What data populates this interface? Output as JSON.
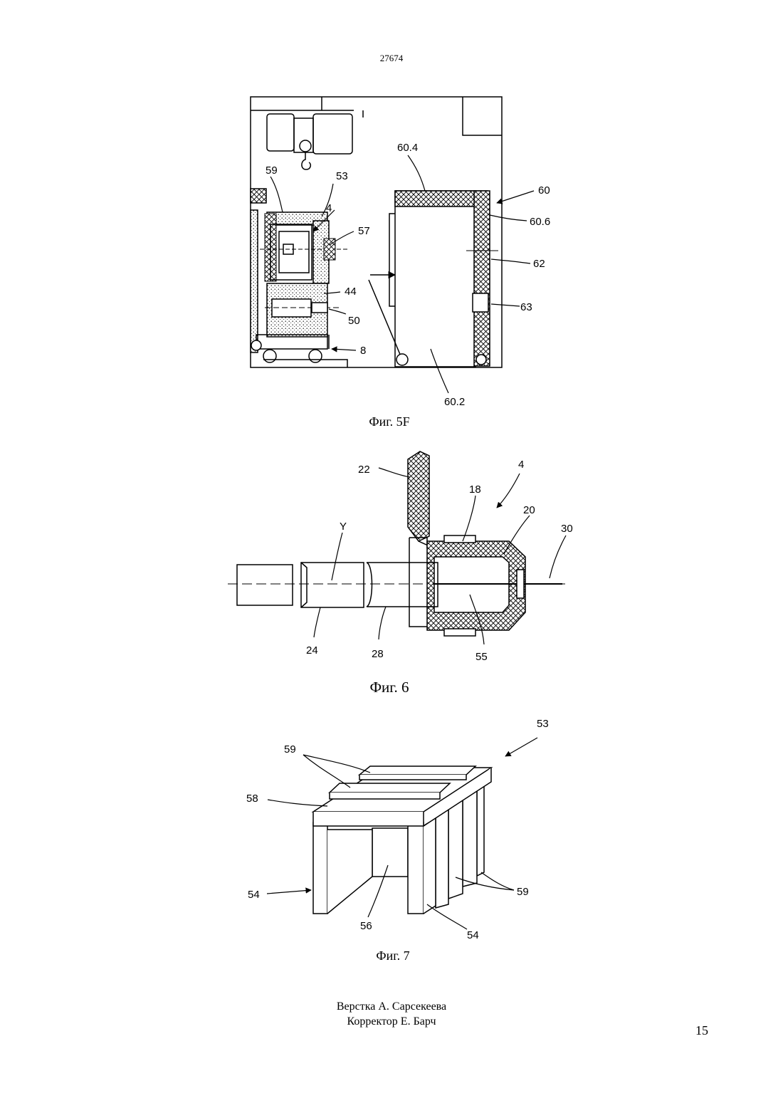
{
  "document_number": "27674",
  "fig5f": {
    "caption": "Фиг. 5F",
    "labels": {
      "l604": "60.4",
      "l59": "59",
      "l53": "53",
      "l4": "4",
      "l57": "57",
      "l44": "44",
      "l50": "50",
      "l8": "8",
      "l60": "60",
      "l606": "60.6",
      "l62": "62",
      "l63": "63",
      "l602": "60.2"
    }
  },
  "fig6": {
    "caption": "Фиг. 6",
    "labels": {
      "l22": "22",
      "l4": "4",
      "l18": "18",
      "l20": "20",
      "l30": "30",
      "lY": "Y",
      "l24": "24",
      "l28": "28",
      "l55": "55"
    }
  },
  "fig7": {
    "caption": "Фиг. 7",
    "labels": {
      "l53": "53",
      "l59a": "59",
      "l58": "58",
      "l54a": "54",
      "l56": "56",
      "l54b": "54",
      "l59b": "59"
    }
  },
  "footer": {
    "line1": "Верстка А. Сарсекеева",
    "line2": "Корректор Е. Барч"
  },
  "page_number": "15"
}
